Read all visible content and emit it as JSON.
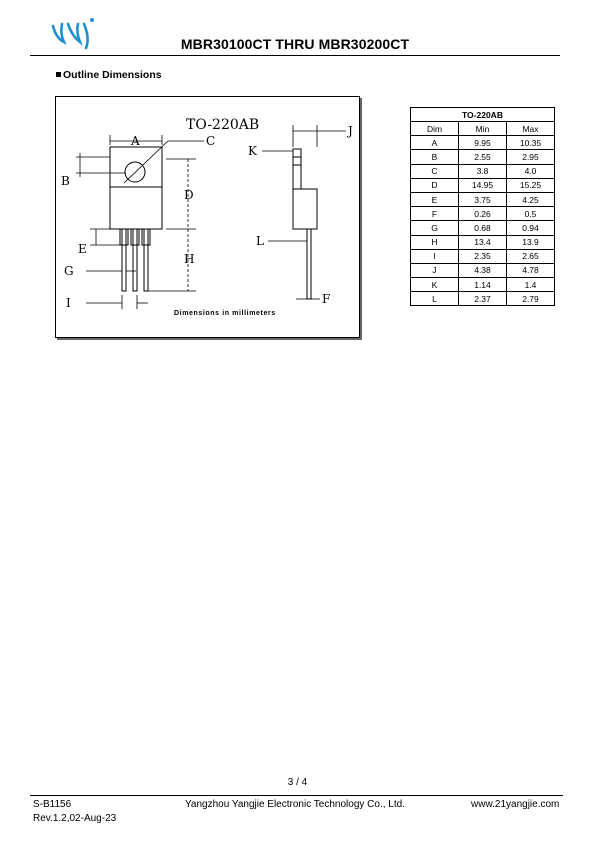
{
  "header": {
    "title": "MBR30100CT THRU MBR30200CT",
    "logo_color": "#1e8fd0"
  },
  "section": {
    "title": "Outline Dimensions"
  },
  "drawing": {
    "package_label": "TO-220AB",
    "caption": "Dimensions in millimeters",
    "labels": {
      "A": "A",
      "B": "B",
      "C": "C",
      "D": "D",
      "E": "E",
      "G": "G",
      "H": "H",
      "I": "I",
      "J": "J",
      "K": "K",
      "L": "L",
      "F": "F"
    }
  },
  "table": {
    "package": "TO-220AB",
    "columns": [
      "Dim",
      "Min",
      "Max"
    ],
    "rows": [
      {
        "dim": "A",
        "min": "9.95",
        "max": "10.35"
      },
      {
        "dim": "B",
        "min": "2.55",
        "max": "2.95"
      },
      {
        "dim": "C",
        "min": "3.8",
        "max": "4.0"
      },
      {
        "dim": "D",
        "min": "14.95",
        "max": "15.25"
      },
      {
        "dim": "E",
        "min": "3.75",
        "max": "4.25"
      },
      {
        "dim": "F",
        "min": "0.26",
        "max": "0.5"
      },
      {
        "dim": "G",
        "min": "0.68",
        "max": "0.94"
      },
      {
        "dim": "H",
        "min": "13.4",
        "max": "13.9"
      },
      {
        "dim": "I",
        "min": "2.35",
        "max": "2.65"
      },
      {
        "dim": "J",
        "min": "4.38",
        "max": "4.78"
      },
      {
        "dim": "K",
        "min": "1.14",
        "max": "1.4"
      },
      {
        "dim": "L",
        "min": "2.37",
        "max": "2.79"
      }
    ]
  },
  "footer": {
    "page": "3 / 4",
    "doc_id": "S-B1156",
    "revision": "Rev.1.2,02-Aug-23",
    "company": "Yangzhou Yangjie Electronic Technology Co., Ltd.",
    "website": "www.21yangjie.com"
  }
}
